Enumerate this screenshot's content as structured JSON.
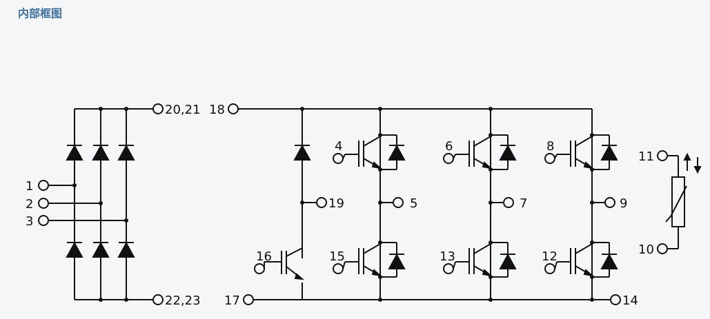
{
  "title": "内部框图",
  "pins": {
    "p1": "1",
    "p2": "2",
    "p3": "3",
    "p4": "4",
    "p5": "5",
    "p6": "6",
    "p7": "7",
    "p8": "8",
    "p9": "9",
    "p10": "10",
    "p11": "11",
    "p12": "12",
    "p13": "13",
    "p14": "14",
    "p15": "15",
    "p16": "16",
    "p17": "17",
    "p18": "18",
    "p19": "19",
    "p2021": "20,21",
    "p2223": "22,23"
  },
  "colors": {
    "title": "#3f6f9e",
    "line": "#111111",
    "background": "#f4f6f8"
  }
}
